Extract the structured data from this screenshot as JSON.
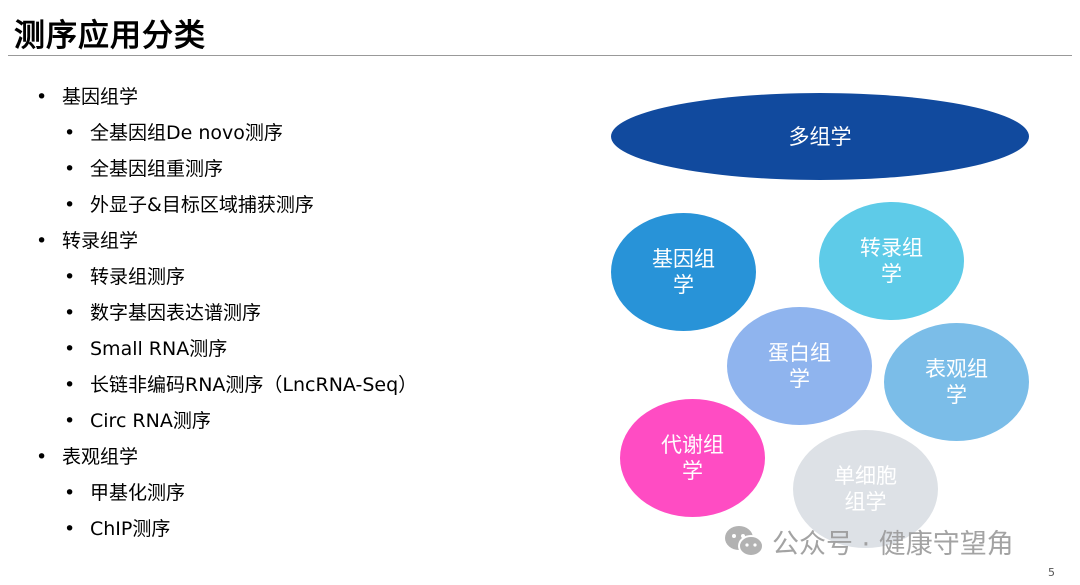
{
  "title": "测序应用分类",
  "list": [
    {
      "label": "基因组学",
      "level": 1
    },
    {
      "label": "全基因组De novo测序",
      "level": 2
    },
    {
      "label": "全基因组重测序",
      "level": 2
    },
    {
      "label": "外显子&目标区域捕获测序",
      "level": 2
    },
    {
      "label": "转录组学",
      "level": 1
    },
    {
      "label": "转录组测序",
      "level": 2
    },
    {
      "label": "数字基因表达谱测序",
      "level": 2
    },
    {
      "label": "Small RNA测序",
      "level": 2
    },
    {
      "label": "长链非编码RNA测序（LncRNA-Seq）",
      "level": 2
    },
    {
      "label": "Circ RNA测序",
      "level": 2
    },
    {
      "label": "表观组学",
      "level": 1
    },
    {
      "label": "甲基化测序",
      "level": 2
    },
    {
      "label": "ChIP测序",
      "level": 2
    }
  ],
  "bullet": "•",
  "diagram": {
    "multi": {
      "label": "多组学",
      "color": "#114a9e"
    },
    "nodes": [
      {
        "l1": "基因组",
        "l2": "学",
        "color": "#2893d8"
      },
      {
        "l1": "转录组",
        "l2": "学",
        "color": "#5ecbe8"
      },
      {
        "l1": "蛋白组",
        "l2": "学",
        "color": "#8fb4ee"
      },
      {
        "l1": "表观组",
        "l2": "学",
        "color": "#7bbde8"
      },
      {
        "l1": "代谢组",
        "l2": "学",
        "color": "#ff4cc3"
      },
      {
        "l1": "单细胞",
        "l2": "组学",
        "color": "#dde1e6"
      }
    ]
  },
  "watermark": "公众号 · 健康守望角",
  "page_number": "5"
}
